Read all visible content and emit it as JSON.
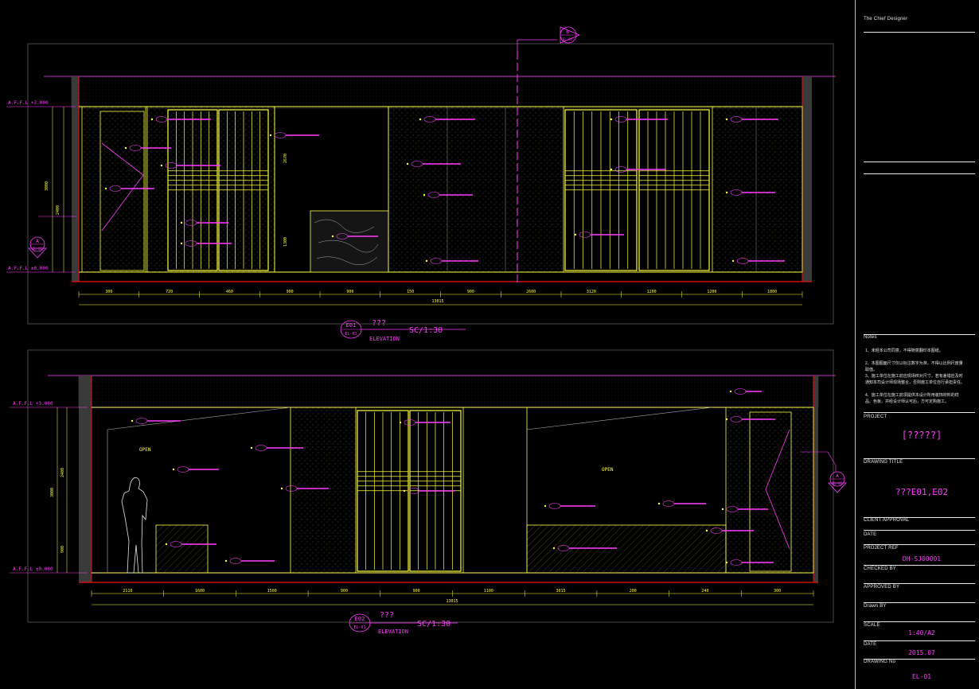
{
  "title_block": {
    "designer": "The Chief Designer",
    "notes_label": "Notes",
    "notes": [
      "1、未经本公司同意，不得随意翻印本图纸。",
      "2、本图图面尺寸仅以标注数字为准，不得以比例尺度量取值。",
      "3、施工单位在施工前应现场校对尺寸，若有差错应及时通知本司设计师现场整合，否则施工单位自行承担责任。",
      "4、施工单位在施工前须提供本设计所用装饰材料的样品、色板，并经设计师认可后，方可定购施工。"
    ],
    "project_label": "PROJECT",
    "project_value": "[?????]",
    "drawing_title_label": "DRAWING TITLE",
    "drawing_title_value": "???E01,E02",
    "client_approval_label": "CLIENT APPROVAL",
    "date_label": "DATE",
    "project_ref_label": "PROJECT REF",
    "project_ref_value": "DH-SJ00001",
    "checked_by_label": "CHECKED BY",
    "approved_by_label": "APPROVED BY",
    "drawn_by_label": "Drawn BY",
    "scale_label": "SCALE",
    "scale_value": "1:40/A2",
    "date2_label": "DATE",
    "date_value": "2015.07",
    "drawing_no_label": "DRAWING No",
    "drawing_no_value": "EL-01"
  },
  "elevation_1": {
    "tag": "E01",
    "sheet": "EL-01",
    "name": "???",
    "scale": "SC/1:30",
    "subtitle": "ELEVATION",
    "level_top": "A.F.F.L +3.000",
    "level_bottom": "A.F.F.L ±0.000",
    "section_mark": "A",
    "section_sheet": "EL-01",
    "dims": [
      "300",
      "720",
      "460",
      "900",
      "900",
      "150",
      "900",
      "2600",
      "3120",
      "1200",
      "1200",
      "1800"
    ],
    "dim_total": "13015",
    "vdims": [
      "3000",
      "2400",
      "2670",
      "1300"
    ],
    "callout_top": "B",
    "callout_top_sheet": "EL-01"
  },
  "elevation_2": {
    "tag": "E02",
    "sheet": "EL-01",
    "name": "???",
    "scale": "SC/1:30",
    "subtitle": "ELEVATION",
    "level_top": "A.F.F.L +3.000",
    "level_bottom": "A.F.F.L ±0.000",
    "section_mark": "A",
    "section_sheet": "EL-01",
    "dims": [
      "2110",
      "1600",
      "1500",
      "900",
      "900",
      "1100",
      "3015",
      "200",
      "240",
      "300"
    ],
    "dim_total": "13015",
    "vdims": [
      "3000",
      "2400",
      "900"
    ],
    "open_label": "OPEN",
    "open_label_2": "OPEN"
  },
  "colors": {
    "magenta": "#ff3cff",
    "yellow": "#ffff40",
    "red": "#c81414",
    "grey_wall": "#3a3a3a",
    "white": "#e8e8e8"
  }
}
